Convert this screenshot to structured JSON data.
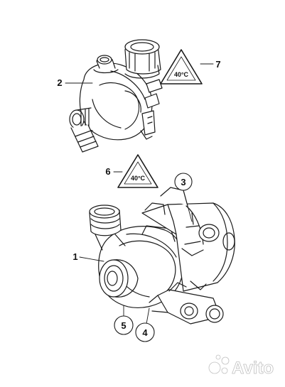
{
  "callouts": {
    "c1": "1",
    "c2": "2",
    "c3": "3",
    "c4": "4",
    "c5": "5",
    "c6": "6",
    "c7": "7"
  },
  "warning_labels": {
    "upper": "40°C",
    "lower": "40°C"
  },
  "watermark": {
    "text": "Avito",
    "color": "#ffffff"
  },
  "colors": {
    "line": "#1a1a1a",
    "background": "#ffffff"
  }
}
